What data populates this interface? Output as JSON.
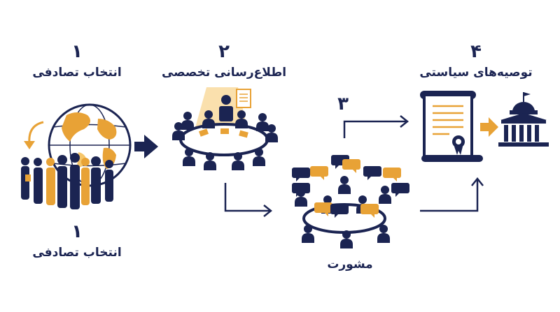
{
  "steps": [
    {
      "number": "۱",
      "label": "انتخاب تصادفی"
    },
    {
      "number": "۲",
      "label": "اطلاع‌رسانی تخصصی"
    },
    {
      "number": "۳",
      "label": "مشورت"
    },
    {
      "number": "۴",
      "label": "توصیه‌های سیاستی"
    }
  ],
  "bottom_step": {
    "number": "۱",
    "label": "انتخاب تصادفی"
  },
  "colors": {
    "navy": "#1b2452",
    "orange": "#e8a236",
    "light_orange": "#f6c66a"
  },
  "icons": [
    "globe-icon",
    "crowd-icon",
    "presentation-table-icon",
    "discussion-table-icon",
    "certificate-icon",
    "government-building-icon"
  ]
}
